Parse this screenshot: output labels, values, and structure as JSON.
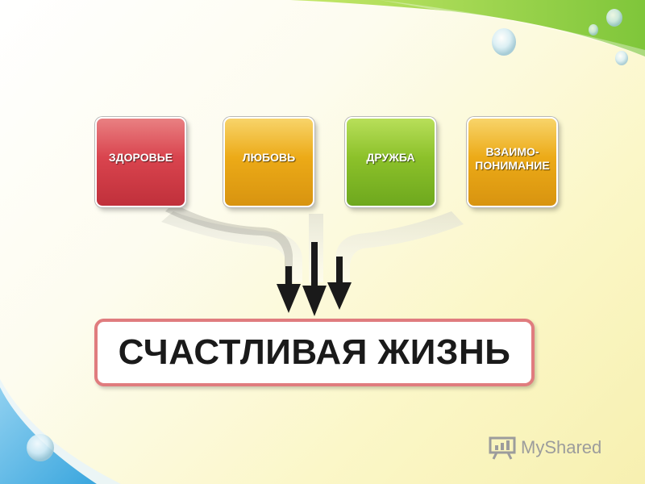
{
  "boxes": [
    {
      "lines": [
        "ЗДОРОВЬЕ"
      ]
    },
    {
      "lines": [
        "ЛЮБОВЬ"
      ]
    },
    {
      "lines": [
        "ДРУЖБА"
      ]
    },
    {
      "lines": [
        "ВЗАИМО-",
        "ПОНИМАНИЕ"
      ]
    }
  ],
  "result": "СЧАСТЛИВАЯ ЖИЗНЬ",
  "watermark": "MyShared",
  "colors": {
    "red": "#d9444e",
    "orange": "#ecaa17",
    "green": "#8cc12a",
    "border": "#e07c7e",
    "arrow": "#1a1a1a"
  }
}
